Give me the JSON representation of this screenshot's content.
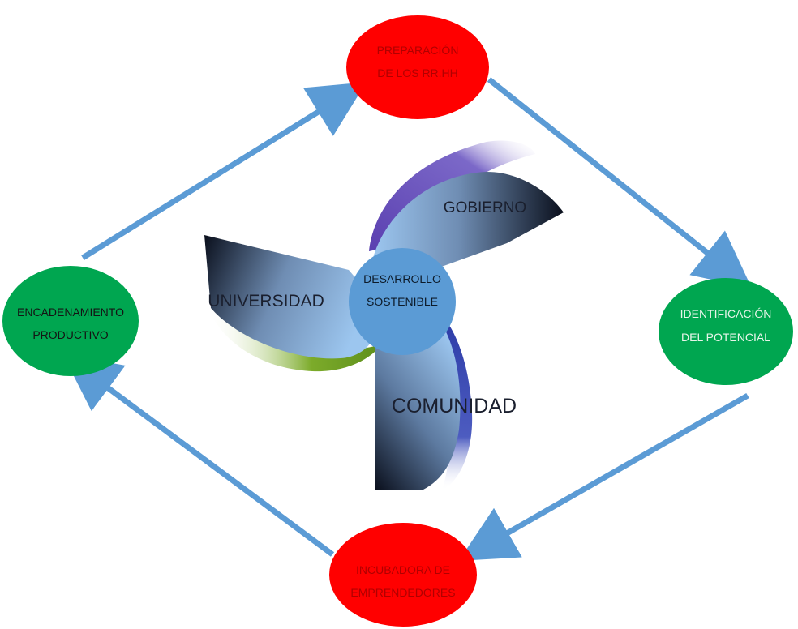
{
  "nodes": {
    "top": {
      "line1": "PREPARACIÓN",
      "line2": "DE LOS RR.HH",
      "fill": "#ff0000",
      "text_color": "#c00000"
    },
    "right": {
      "line1": "IDENTIFICACIÓN",
      "line2": "DEL POTENCIAL",
      "fill": "#00a650",
      "text_color": "#e8e8e8"
    },
    "bottom": {
      "line1": "INCUBADORA DE",
      "line2": "EMPRENDEDORES",
      "fill": "#ff0000",
      "text_color": "#c00000"
    },
    "left": {
      "line1": "ENCADENAMIENTO",
      "line2": "PRODUCTIVO",
      "fill": "#00a650",
      "text_color": "#1a1a1a"
    }
  },
  "center": {
    "line1": "DESARROLLO",
    "line2": "SOSTENIBLE",
    "fill": "#5b9bd5"
  },
  "blades": {
    "gobierno": "GOBIERNO",
    "universidad": "UNIVERSIDAD",
    "comunidad": "COMUNIDAD"
  },
  "colors": {
    "arrow": "#5b9bd5",
    "blade_light": "#9cc6ef",
    "blade_dark": "#0a0f1c"
  }
}
